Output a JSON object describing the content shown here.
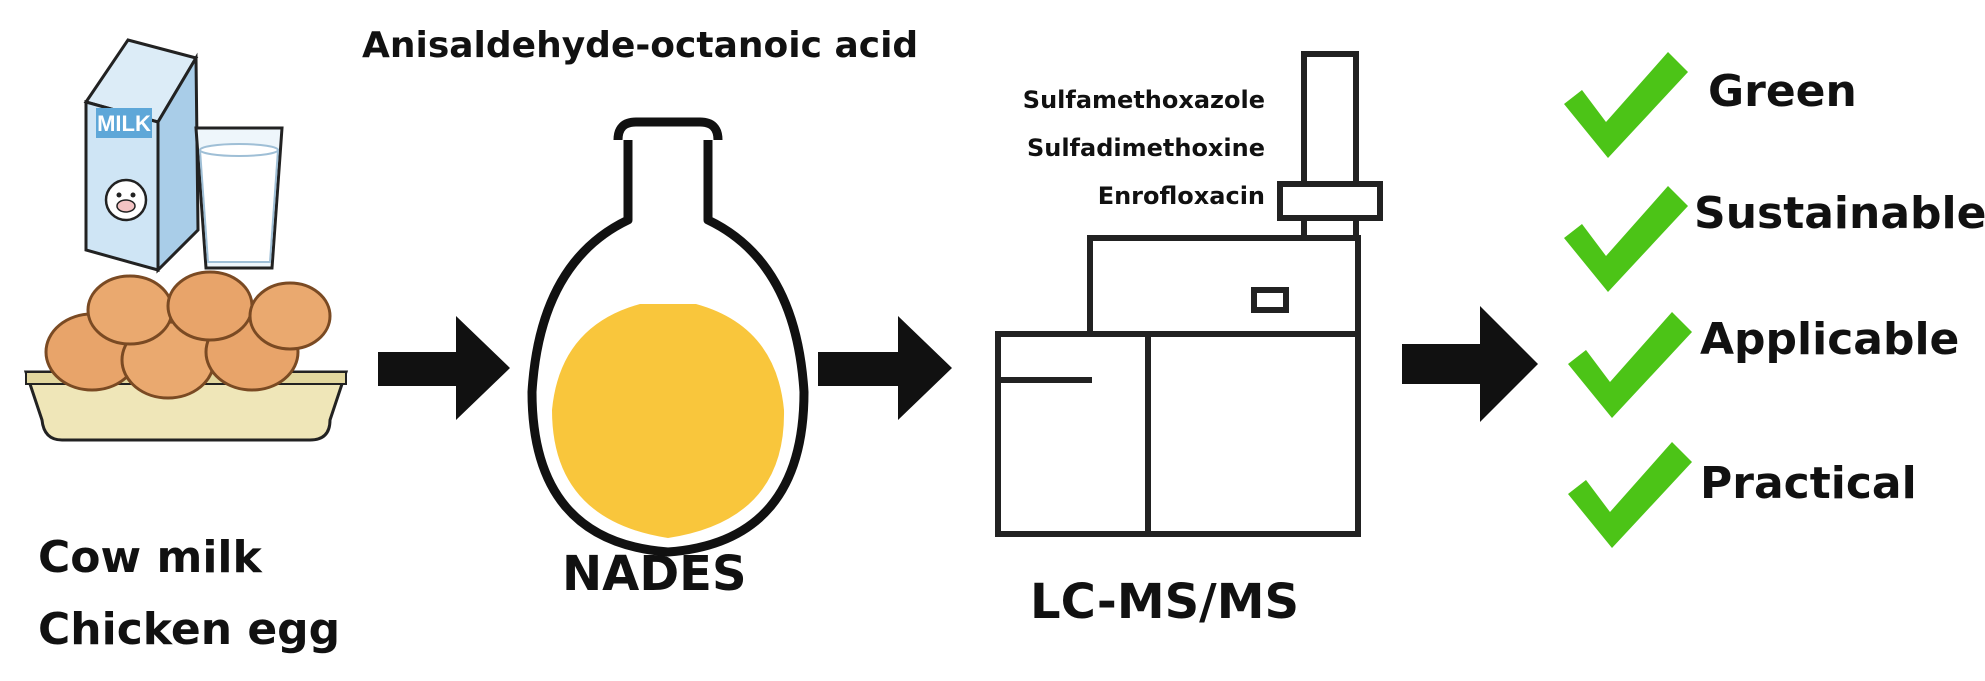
{
  "samples": [
    "Cow milk",
    "Chicken egg"
  ],
  "milk_carton_text": "MILK",
  "reagent": "Anisaldehyde-octanoic acid",
  "solvent": "NADES",
  "analytes": [
    "Sulfamethoxazole",
    "Sulfadimethoxine",
    "Enrofloxacin"
  ],
  "instrument": "LC-MS/MS",
  "benefits": [
    "Green",
    "Sustainable",
    "Applicable",
    "Practical"
  ],
  "colors": {
    "check": "#4cc417",
    "solvent_liquid": "#f9c63c",
    "milk_blue": "#5ea7d8",
    "egg": "#e8a46a",
    "tray": "#efe6b8"
  }
}
